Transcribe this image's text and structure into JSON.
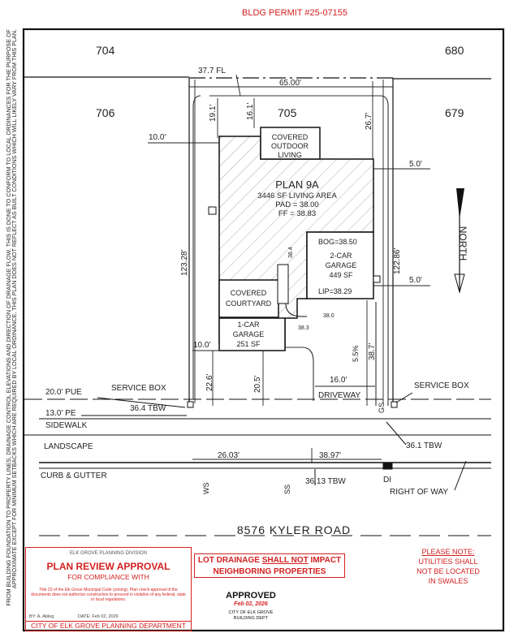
{
  "permit": "BLDG PERMIT #25-07155",
  "side_note": [
    "FROM BUILDING FOUNDATION TO PROPERTY LINES, DRAINAGE CONTROL ELEVATIONS AND DIRECTION OF DRAINAGE FLOW. THIS IS DONE TO CONFORM TO LOCAL ORDINANCES FOR THE PURPOSE OF",
    "APPROXIMATE EXCEPT FOR MINIMUM SETBACKS WHICH ARE REQUIRED BY LOCAL ORDINANCE. THIS PLAN DOES NOT REFLECT AS BUILT CONDITIONS WHICH WILL LIKELY VARY FROM THIS PLAN."
  ],
  "lots": {
    "nw": "704",
    "ne": "680",
    "w": "706",
    "subject": "705",
    "e": "679"
  },
  "house": {
    "plan": "PLAN 9A",
    "area": "3446 SF LIVING AREA",
    "pad": "PAD = 38.00",
    "ff": "FF = 38.83"
  },
  "rooms": {
    "outdoor": [
      "COVERED",
      "OUTDOOR",
      "LIVING"
    ],
    "garage2": [
      "2-CAR",
      "GARAGE",
      "449 SF"
    ],
    "courtyard": [
      "COVERED",
      "COURTYARD"
    ],
    "garage1": [
      "1-CAR",
      "GARAGE",
      "251 SF"
    ]
  },
  "elevations": {
    "bog": "BOG=38.50",
    "lip": "LIP=38.29",
    "e384": "38.4",
    "e380": "38.0",
    "e383": "38.3"
  },
  "dims": {
    "fl": "37.7 FL",
    "width": "65.00'",
    "rear_l": "19.1'",
    "rear_m": "16.1'",
    "rear_r": "26.7'",
    "side_w": "10.0'",
    "side_e": "5.0'",
    "depth_w": "123.28'",
    "depth_e": "122.86'",
    "side_e2": "5.0'",
    "side_w2": "10.0'",
    "front1": "22.6'",
    "front2": "20.5'",
    "drive_w": "16.0'",
    "slope": "5.5%",
    "front3": "38.7'",
    "d26": "26.03'",
    "d38": "38.97'"
  },
  "labels": {
    "pue": "20.0' PUE",
    "service_box_w": "SERVICE BOX",
    "service_box_e": "SERVICE BOX",
    "tbw_w": "36.4 TBW",
    "pe": "13.0' PE",
    "sidewalk": "SIDEWALK",
    "landscape": "LANDSCAPE",
    "curb": "CURB & GUTTER",
    "driveway": "DRIVEWAY",
    "tbw_e": "36.1 TBW",
    "tbw_s": "36.13 TBW",
    "di": "DI",
    "row": "RIGHT OF WAY",
    "ws": "WS",
    "ss": "SS",
    "gs": "GS",
    "street": "8576 KYLER ROAD"
  },
  "stamp": {
    "division": "ELK GROVE PLANNING DIVISION",
    "title": "PLAN REVIEW APPROVAL",
    "subtitle": "FOR COMPLIANCE WITH",
    "text": "Title 23 of the Elk Grove Municipal Code (zoning). Plan check approval of the documents does not authorize construction to proceed in violation of any federal, state or local regulations.",
    "by": "BY:  A. Ablog",
    "date": "DATE:  Feb 02, 2026",
    "dept": "CITY OF ELK GROVE PLANNING DEPARTMENT"
  },
  "drainage": {
    "line1_a": "LOT DRAINAGE ",
    "line1_b": "SHALL NOT",
    "line1_c": " IMPACT",
    "line2": "NEIGHBORING PROPERTIES"
  },
  "approved": {
    "title": "APPROVED",
    "date": "Feb 02, 2026",
    "city": "CITY OF ELK GROVE",
    "dept": "BUILDING DEPT"
  },
  "note": {
    "title": "PLEASE NOTE:",
    "lines": [
      "UTILITIES SHALL",
      "NOT BE LOCATED",
      "IN SWALES"
    ]
  },
  "colors": {
    "red": "#d42020",
    "ink": "#222222"
  }
}
